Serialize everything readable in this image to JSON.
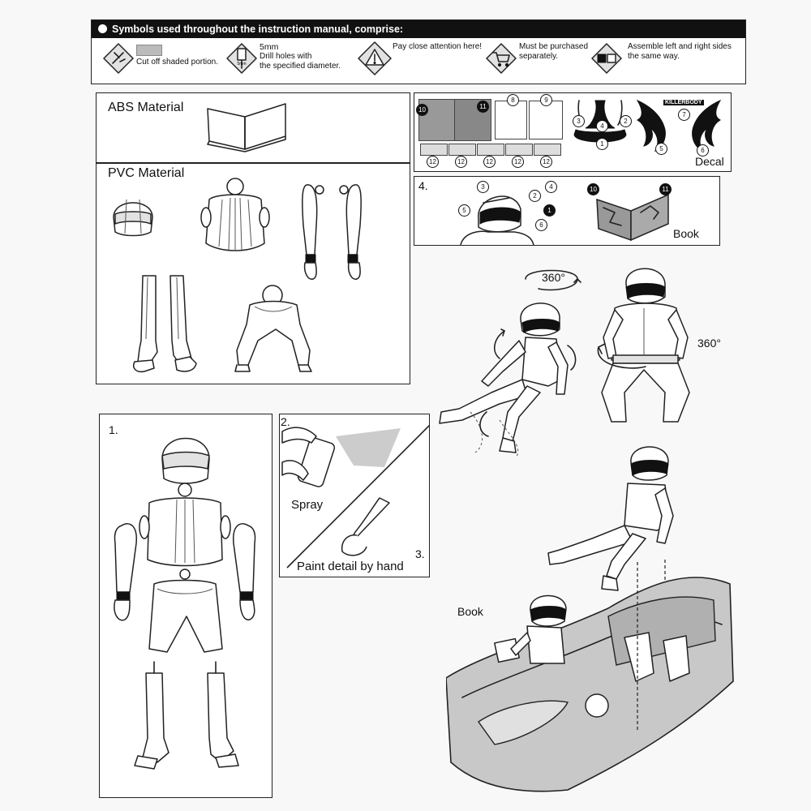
{
  "legend": {
    "title": "Symbols used throughout the instruction manual, comprise:",
    "items": [
      {
        "icon": "cut-off-icon",
        "text": "Cut off shaded portion."
      },
      {
        "icon": "drill-icon",
        "size": "5mm",
        "text1": "Drill holes with",
        "text2": "the specified diameter."
      },
      {
        "icon": "warning-icon",
        "text": "Pay close attention here!"
      },
      {
        "icon": "cart-icon",
        "text1": "Must be purchased",
        "text2": "separately."
      },
      {
        "icon": "left-right-icon",
        "text1": "Assemble left and right sides",
        "text2": "the same way."
      }
    ]
  },
  "materials": {
    "abs": "ABS Material",
    "pvc": "PVC Material"
  },
  "decal": {
    "label": "Decal",
    "brand": "KILLERBODY",
    "numbers": [
      "1",
      "2",
      "3",
      "4",
      "5",
      "6",
      "7",
      "8",
      "9",
      "10",
      "11",
      "12"
    ]
  },
  "step4": {
    "number": "4.",
    "book_label": "Book",
    "callouts": [
      "1",
      "2",
      "3",
      "4",
      "5",
      "6",
      "10",
      "11"
    ]
  },
  "rotation": {
    "label_top": "360°",
    "label_right": "360°"
  },
  "step1": {
    "number": "1."
  },
  "step2": {
    "number": "2.",
    "spray": "Spray",
    "step3_number": "3.",
    "paint": "Paint detail by hand"
  },
  "car": {
    "book_label": "Book"
  },
  "colors": {
    "line": "#222222",
    "shade": "#e2e2e2",
    "page": "#f8f8f8"
  }
}
